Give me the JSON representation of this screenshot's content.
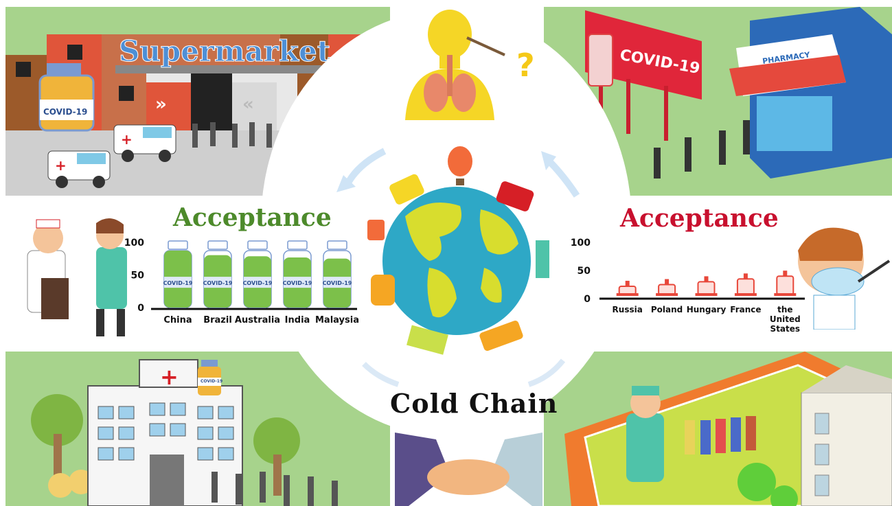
{
  "scene": {
    "supermarket_label": "Supermarket",
    "bottle_label": "COVID-19",
    "billboard_label": "COVID-19",
    "pharmacy_label": "PHARMACY",
    "small_bottle_label": "COVID-19",
    "question_mark": "?",
    "center_title": "Cold Chain"
  },
  "colors": {
    "background_green": "#a7d38c",
    "acceptance_high": "#4d8a2b",
    "acceptance_low": "#c8102e",
    "ocean": "#2ea8c6",
    "land": "#d8dd2e",
    "bottle_fill": "#7cc04a",
    "syringe_fill": "#e8473a"
  },
  "chart_data": [
    {
      "type": "bar",
      "title": "Acceptance",
      "categories": [
        "China",
        "Brazil",
        "Australia",
        "India",
        "Malaysia"
      ],
      "values": [
        100,
        92,
        90,
        88,
        86
      ],
      "yticks": [
        0,
        50,
        100
      ],
      "ylim": [
        0,
        100
      ],
      "bar_label": "COVID-19",
      "title_color": "#4d8a2b"
    },
    {
      "type": "bar",
      "title": "Acceptance",
      "categories": [
        "Russia",
        "Poland",
        "Hungary",
        "France",
        "the United States"
      ],
      "category_lines": [
        [
          "Russia"
        ],
        [
          "Poland"
        ],
        [
          "Hungary"
        ],
        [
          "France"
        ],
        [
          "the",
          "United",
          "States"
        ]
      ],
      "values": [
        22,
        25,
        30,
        35,
        40
      ],
      "yticks": [
        0,
        50,
        100
      ],
      "ylim": [
        0,
        100
      ],
      "title_color": "#c8102e"
    }
  ]
}
